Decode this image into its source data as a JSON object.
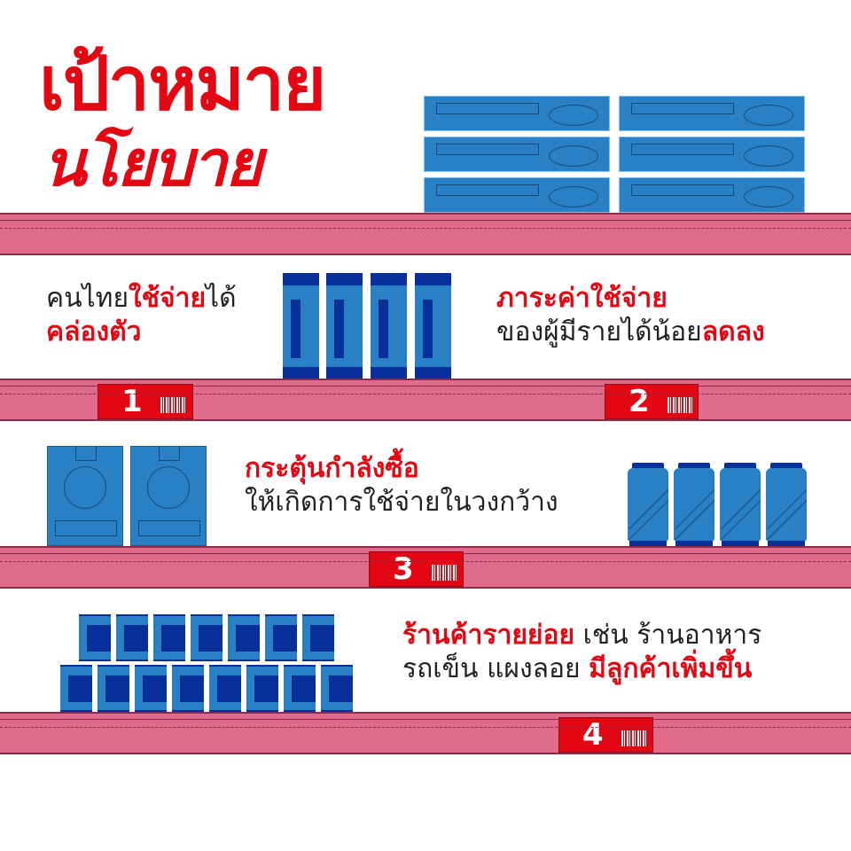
{
  "header": {
    "title_line1": "เป้าหมาย",
    "title_line2": "นโยบาย"
  },
  "items": [
    {
      "number": "1",
      "lines": [
        [
          {
            "text": "คนไทย",
            "emphasis": false
          },
          {
            "text": "ใช้จ่าย",
            "emphasis": true
          },
          {
            "text": "ได้",
            "emphasis": false
          }
        ],
        [
          {
            "text": "คล่องตัว",
            "emphasis": true
          }
        ]
      ],
      "product_icon": "book-icon"
    },
    {
      "number": "2",
      "lines": [
        [
          {
            "text": "ภาระค่าใช้จ่าย",
            "emphasis": true
          }
        ],
        [
          {
            "text": "ของผู้มีรายได้น้อย",
            "emphasis": false
          },
          {
            "text": "ลดลง",
            "emphasis": true
          }
        ]
      ],
      "product_icon": "box-icon"
    },
    {
      "number": "3",
      "lines": [
        [
          {
            "text": "กระตุ้นกำลังซื้อ",
            "emphasis": true
          }
        ],
        [
          {
            "text": "ให้เกิดการใช้จ่ายในวงกว้าง",
            "emphasis": false
          }
        ]
      ],
      "product_icon": "washing-machine-icon"
    },
    {
      "number": "4",
      "lines": [
        [
          {
            "text": "ร้านค้ารายย่อย",
            "emphasis": true
          },
          {
            "text": " เช่น ร้านอาหาร",
            "emphasis": false
          }
        ],
        [
          {
            "text": "รถเข็น แผงลอย ",
            "emphasis": false
          },
          {
            "text": "มีลูกค้าเพิ่มขึ้น",
            "emphasis": true
          }
        ]
      ],
      "product_icon": "tin-can-icon"
    }
  ],
  "colors": {
    "accent_red": "#e30613",
    "shelf_pink": "#e06a8c",
    "product_blue": "#2a80c4",
    "product_dark_blue": "#082f9a",
    "text_dark": "#222222"
  }
}
